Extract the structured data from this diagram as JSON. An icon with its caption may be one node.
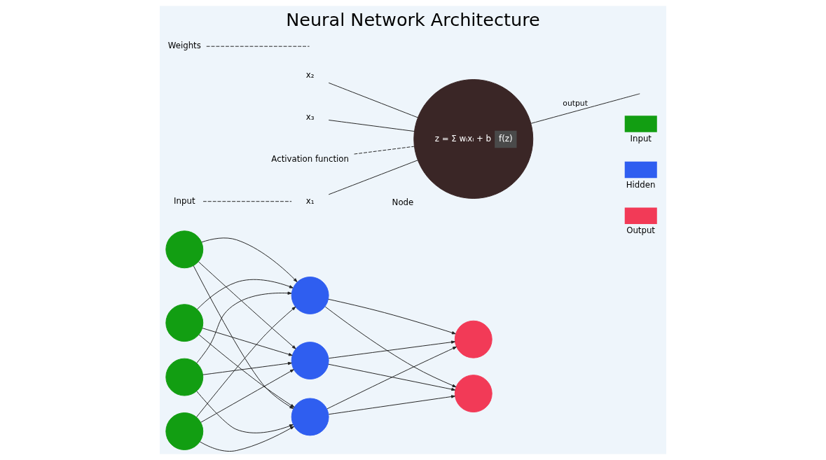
{
  "diagram": {
    "title": "Neural Network Architecture",
    "nodes": [
      {
        "text": [],
        "shape": "circle"
      },
      {
        "text": [],
        "shape": "circle"
      },
      {
        "text": [],
        "shape": "circle"
      },
      {
        "text": [],
        "shape": "circle"
      },
      {
        "text": [],
        "shape": "circle"
      },
      {
        "text": [],
        "shape": "circle"
      },
      {
        "text": [],
        "shape": "circle"
      },
      {
        "text": [],
        "shape": "circle"
      },
      {
        "text": [],
        "shape": "circle"
      },
      {
        "text": [
          "x₁"
        ]
      },
      {
        "text": [
          "x₂"
        ]
      },
      {
        "text": [
          "x₃"
        ]
      },
      {
        "text": [
          "z = Σ wᵢxᵢ + b",
          "f(z)"
        ],
        "beside": [
          "Node"
        ]
      },
      {
        "text": [
          "Input"
        ]
      },
      {
        "text": [
          "Weights"
        ]
      },
      {
        "text": [
          "Activation function"
        ]
      }
    ],
    "edges": [
      {
        "from": 0,
        "to": 4,
        "arrow": "to"
      },
      {
        "from": 0,
        "to": 5,
        "arrow": "to"
      },
      {
        "from": 0,
        "to": 6,
        "arrow": "to"
      },
      {
        "from": 1,
        "to": 4,
        "arrow": "to"
      },
      {
        "from": 1,
        "to": 5,
        "arrow": "to"
      },
      {
        "from": 1,
        "to": 6,
        "arrow": "to"
      },
      {
        "from": 2,
        "to": 4,
        "arrow": "to"
      },
      {
        "from": 2,
        "to": 5,
        "arrow": "to"
      },
      {
        "from": 2,
        "to": 6,
        "arrow": "to"
      },
      {
        "from": 3,
        "to": 4,
        "arrow": "to"
      },
      {
        "from": 3,
        "to": 5,
        "arrow": "to"
      },
      {
        "from": 3,
        "to": 6,
        "arrow": "to"
      },
      {
        "from": 4,
        "to": 7,
        "arrow": "to"
      },
      {
        "from": 4,
        "to": 8,
        "arrow": "to"
      },
      {
        "from": 5,
        "to": 7,
        "arrow": "to"
      },
      {
        "from": 5,
        "to": 8,
        "arrow": "to"
      },
      {
        "from": 6,
        "to": 7,
        "arrow": "to"
      },
      {
        "from": 6,
        "to": 8,
        "arrow": "to"
      },
      {
        "from": 9,
        "to": 12,
        "arrow": "none"
      },
      {
        "from": 10,
        "to": 12,
        "arrow": "none"
      },
      {
        "from": 11,
        "to": 12,
        "arrow": "none"
      },
      {
        "from": 12,
        "to": null,
        "arrow": "none",
        "label": "output"
      },
      {
        "from": 13,
        "to": 9,
        "arrow": "none",
        "style": "dashed"
      },
      {
        "from": 14,
        "to": null,
        "arrow": "none",
        "style": "dashed"
      },
      {
        "from": 15,
        "to": 12,
        "arrow": "none",
        "style": "dashed"
      }
    ],
    "legend": [
      {
        "text": "Input",
        "color": "#129e12"
      },
      {
        "text": "Hidden",
        "color": "#2f5ef0"
      },
      {
        "text": "Output",
        "color": "#f23a57"
      }
    ]
  }
}
